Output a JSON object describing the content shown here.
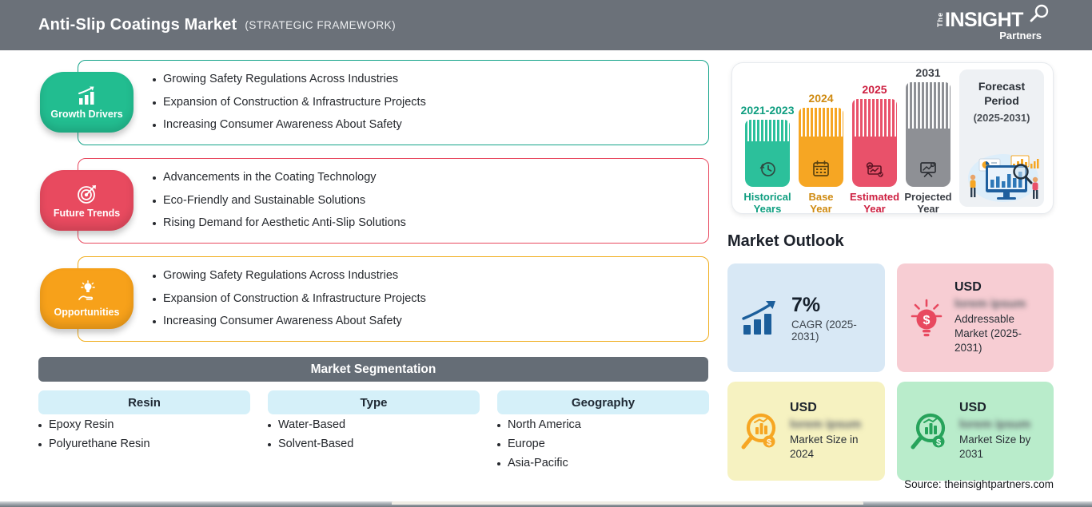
{
  "colors": {
    "header_bg": "#6b7179",
    "growth_green": "#22bd90",
    "trends_red": "#e84a5f",
    "opportunities_orange": "#f7a11a",
    "segmentation_bar": "#656d76",
    "segment_chip": "#d5f0f9",
    "cagr_card": "#d8e8f5",
    "addressable_card": "#f7cdd3",
    "size2024_card": "#f6f2c1",
    "size2031_card": "#b9eccb",
    "cagr_icon_blue": "#1b5e9b"
  },
  "header": {
    "title": "Anti-Slip Coatings Market",
    "subtitle": "(STRATEGIC FRAMEWORK)"
  },
  "logo": {
    "the": "The",
    "insight": "INSIGHT",
    "partners": "Partners"
  },
  "sections": [
    {
      "label": "Growth Drivers",
      "icon": "growth-chart-icon",
      "bullets": [
        "Growing Safety Regulations Across Industries",
        "Expansion of Construction & Infrastructure Projects",
        "Increasing Consumer Awareness About Safety"
      ]
    },
    {
      "label": "Future Trends",
      "icon": "target-dart-icon",
      "bullets": [
        "Advancements in the Coating Technology",
        "Eco-Friendly and Sustainable Solutions",
        "Rising Demand for Aesthetic Anti-Slip Solutions"
      ]
    },
    {
      "label": "Opportunities",
      "icon": "bulb-hand-icon",
      "bullets": [
        "Growing Safety Regulations Across Industries",
        "Expansion of Construction & Infrastructure Projects",
        "Increasing Consumer Awareness About Safety"
      ]
    }
  ],
  "segmentation": {
    "title": "Market Segmentation",
    "columns": [
      {
        "header": "Resin",
        "items": [
          "Epoxy Resin",
          "Polyurethane Resin"
        ]
      },
      {
        "header": "Type",
        "items": [
          "Water-Based",
          "Solvent-Based"
        ]
      },
      {
        "header": "Geography",
        "items": [
          "North America",
          "Europe",
          "Asia-Pacific"
        ]
      }
    ]
  },
  "timeline": {
    "bars": [
      {
        "year": "2021-2023",
        "caption": "Historical Years",
        "icon": "clock-history-icon"
      },
      {
        "year": "2024",
        "caption": "Base Year",
        "icon": "calendar-icon"
      },
      {
        "year": "2025",
        "caption": "Estimated Year",
        "icon": "gear-chart-icon"
      },
      {
        "year": "2031",
        "caption": "Projected Year",
        "icon": "presentation-icon"
      }
    ],
    "forecast": {
      "title": "Forecast Period",
      "range": "(2025-2031)"
    }
  },
  "outlook": {
    "title": "Market Outlook",
    "cagr": {
      "value": "7%",
      "label": "CAGR (2025-2031)",
      "icon": "bar-growth-arrow-icon"
    },
    "cards": [
      {
        "currency": "USD",
        "blurred_value": "lorem ipsum",
        "label": "Addressable Market (2025-2031)",
        "icon": "dollar-bulb-icon"
      },
      {
        "currency": "USD",
        "blurred_value": "lorem ipsum",
        "label": "Market Size in 2024",
        "icon": "magnifier-chart-orange-icon"
      },
      {
        "currency": "USD",
        "blurred_value": "lorem ipsum",
        "label": "Market Size by 2031",
        "icon": "magnifier-chart-green-icon"
      }
    ]
  },
  "source": "Source: theinsightpartners.com"
}
